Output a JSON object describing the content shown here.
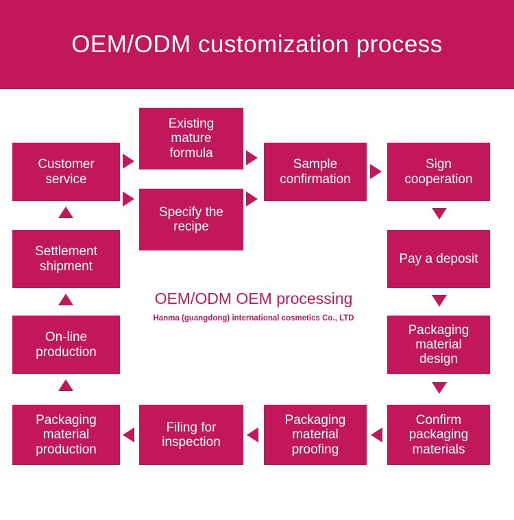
{
  "header": {
    "title": "OEM/ODM customization process"
  },
  "center": {
    "title": "OEM/ODM OEM processing",
    "subtitle": "Hanma (guangdong) international cosmetics Co., LTD"
  },
  "boxes": [
    {
      "id": "customer-service",
      "label": "Customer\nservice"
    },
    {
      "id": "existing-mature-formula",
      "label": "Existing\nmature\nformula"
    },
    {
      "id": "specify-the-recipe",
      "label": "Specify the\nrecipe"
    },
    {
      "id": "sample-confirmation",
      "label": "Sample\nconfirmation"
    },
    {
      "id": "sign-cooperation",
      "label": "Sign\ncooperation"
    },
    {
      "id": "pay-a-deposit",
      "label": "Pay a deposit"
    },
    {
      "id": "packaging-material-design",
      "label": "Packaging\nmaterial\ndesign"
    },
    {
      "id": "confirm-packaging-materials",
      "label": "Confirm\npackaging\nmaterials"
    },
    {
      "id": "packaging-material-proofing",
      "label": "Packaging\nmaterial\nproofing"
    },
    {
      "id": "filing-for-inspection",
      "label": "Filing for\ninspection"
    },
    {
      "id": "packaging-material-production",
      "label": "Packaging\nmaterial\nproduction"
    },
    {
      "id": "on-line-production",
      "label": "On-line\nproduction"
    },
    {
      "id": "settlement-shipment",
      "label": "Settlement\nshipment"
    }
  ],
  "colors": {
    "accent": "#c2185b",
    "text_on_accent": "#ffffff",
    "background": "#ffffff"
  }
}
